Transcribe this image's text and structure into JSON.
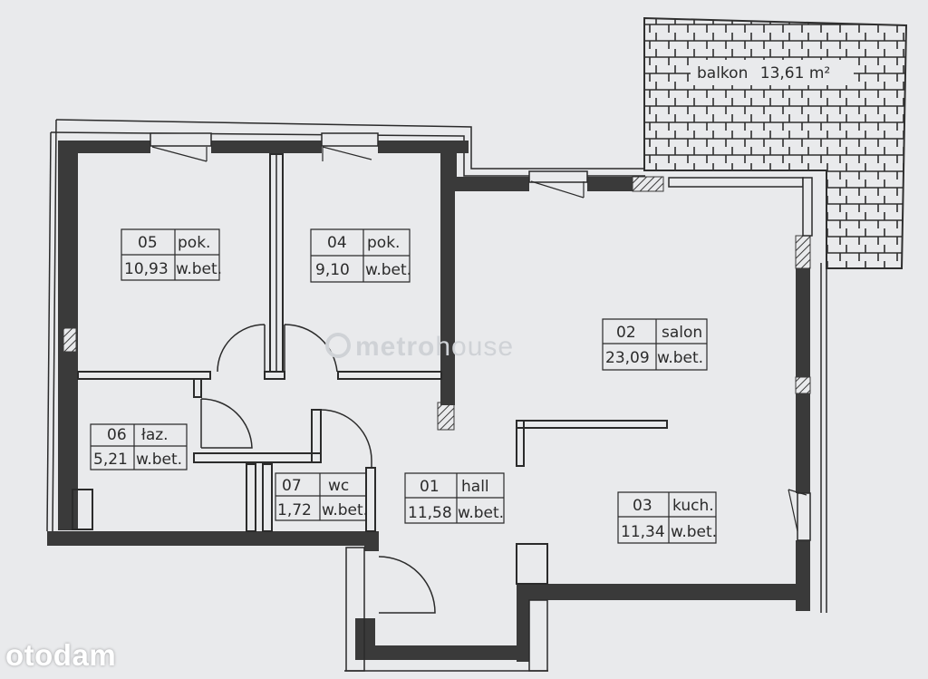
{
  "rooms": [
    {
      "id": "r05",
      "number": "05",
      "name": "pok.",
      "area": "10,93",
      "floor": "w.bet."
    },
    {
      "id": "r04",
      "number": "04",
      "name": "pok.",
      "area": "9,10",
      "floor": "w.bet."
    },
    {
      "id": "r02",
      "number": "02",
      "name": "salon",
      "area": "23,09",
      "floor": "w.bet."
    },
    {
      "id": "r06",
      "number": "06",
      "name": "łaz.",
      "area": "5,21",
      "floor": "w.bet."
    },
    {
      "id": "r07",
      "number": "07",
      "name": "wc",
      "area": "1,72",
      "floor": "w.bet."
    },
    {
      "id": "r01",
      "number": "01",
      "name": "hall",
      "area": "11,58",
      "floor": "w.bet."
    },
    {
      "id": "r03",
      "number": "03",
      "name": "kuch.",
      "area": "11,34",
      "floor": "w.bet."
    }
  ],
  "balcony": {
    "label": "balkon",
    "area": "13,61 m²"
  },
  "watermark": {
    "prefix": "metro",
    "suffix": "house"
  },
  "logo": {
    "text": "otodam"
  },
  "colors": {
    "wall": "#3a3a3a",
    "line": "#2b2b2b",
    "background": "#e9eaec"
  }
}
